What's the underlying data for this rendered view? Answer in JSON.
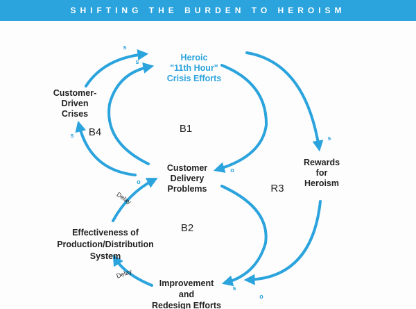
{
  "title": "SHIFTING THE BURDEN TO HEROISM",
  "nodes": {
    "heroic": [
      "Heroic",
      "\"11th Hour\"",
      "Crisis Efforts"
    ],
    "crises": [
      "Customer-",
      "Driven",
      "Crises"
    ],
    "delivery": [
      "Customer",
      "Delivery",
      "Problems"
    ],
    "rewards": [
      "Rewards",
      "for",
      "Heroism"
    ],
    "effectiveness": [
      "Effectiveness of",
      "Production/Distribution",
      "System"
    ],
    "improvement": [
      "Improvement",
      "and",
      "Redesign Efforts"
    ]
  },
  "loops": {
    "b1": "B1",
    "b2": "B2",
    "b4": "B4",
    "r3": "R3"
  },
  "polarity": {
    "s": "s",
    "o": "o"
  },
  "delay": "Delay",
  "colors": {
    "accent": "#2ba3dd"
  }
}
